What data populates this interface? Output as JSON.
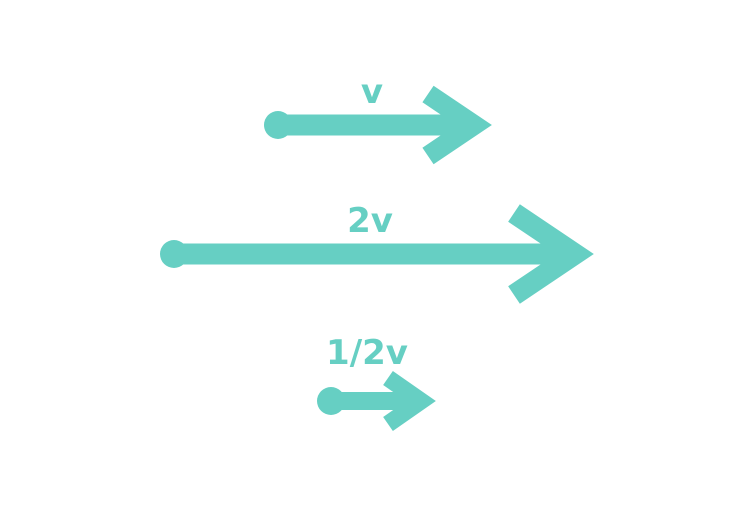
{
  "colors": {
    "arrow": "#66cfc3",
    "background": "#ffffff"
  },
  "vectors": [
    {
      "label": "v",
      "magnitude": 1
    },
    {
      "label": "2v",
      "magnitude": 2
    },
    {
      "label": "1/2v",
      "magnitude": 0.5
    }
  ]
}
